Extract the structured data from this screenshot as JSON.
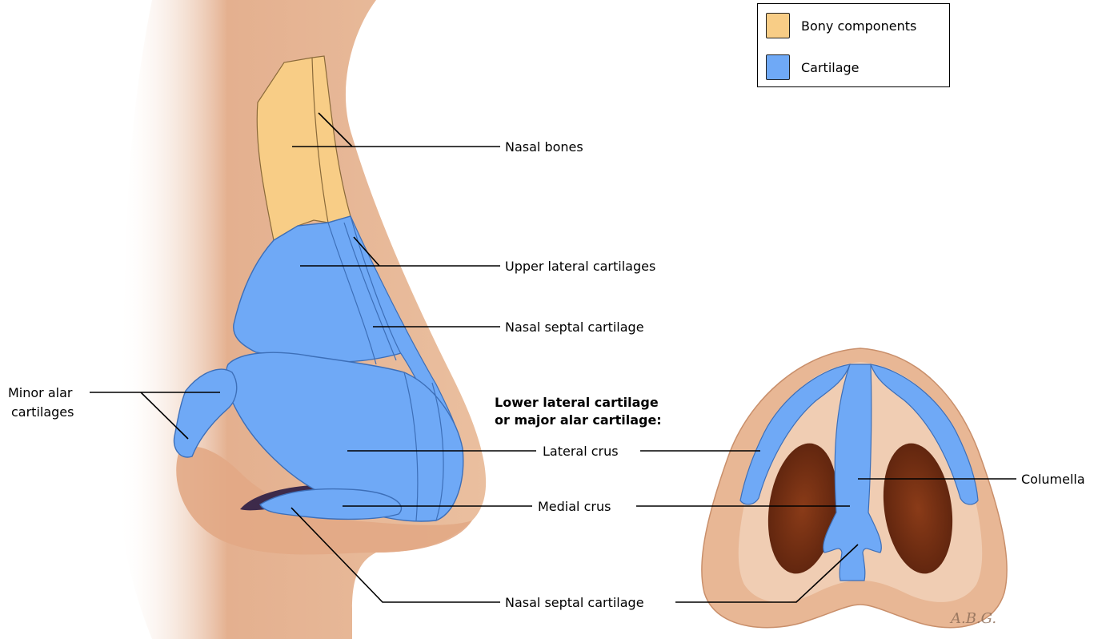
{
  "legend": {
    "items": [
      {
        "label": "Bony components",
        "color": "#f8cd86"
      },
      {
        "label": "Cartilage",
        "color": "#6fa9f6"
      }
    ]
  },
  "labels": {
    "nasal_bones": "Nasal bones",
    "upper_lateral": "Upper lateral cartilages",
    "nasal_septal_upper": "Nasal septal cartilage",
    "minor_alar_1": "Minor alar",
    "minor_alar_2": "cartilages",
    "lower_lateral_1": "Lower lateral cartilage",
    "lower_lateral_2": "or major alar cartilage:",
    "lateral_crus": "Lateral crus",
    "medial_crus": "Medial crus",
    "nasal_septal_lower": "Nasal septal cartilage",
    "columella": "Columella",
    "signature": "A.B.G."
  },
  "colors": {
    "skin": "#e8b795",
    "skin_dark": "#c98f6b",
    "bone": "#f8cd86",
    "cartilage": "#6fa9f6",
    "cartilage_edge": "#3d6fb8",
    "nostril": "#6b2a12"
  }
}
